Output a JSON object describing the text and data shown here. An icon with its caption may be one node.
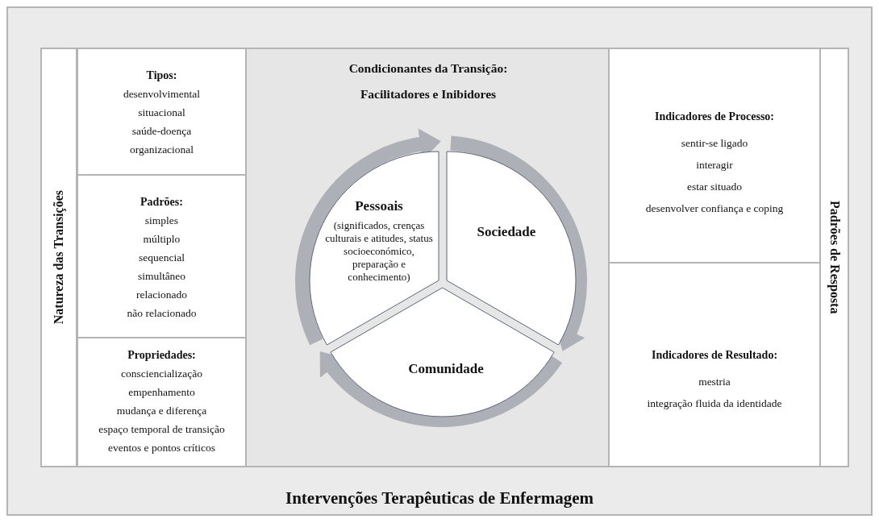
{
  "diagram": {
    "nodes": [
      {
        "text": [
          "Intervenções Terapêuticas de Enfermagem"
        ]
      },
      {
        "text": [
          "Natureza das Transições"
        ],
        "in": 0
      },
      {
        "text": [
          "Tipos:",
          "desenvolvimental",
          "situacional",
          "saúde-doença",
          "organizacional"
        ],
        "in": 0
      },
      {
        "text": [
          "Padrões:",
          "simples",
          "múltiplo",
          "sequencial",
          "simultâneo",
          "relacionado",
          "não relacionado"
        ],
        "in": 0
      },
      {
        "text": [
          "Propriedades:",
          "consciencialização",
          "empenhamento",
          "mudança  e diferença",
          "espaço temporal de transição",
          "eventos e pontos críticos"
        ],
        "in": 0
      },
      {
        "text": [
          "Condicionantes da Transição: Facilitadores e Inibidores"
        ],
        "in": 0
      },
      {
        "text": [
          "Pessoais",
          "(significados, crenças culturais e atitudes, status socioeconómico, preparação e conhecimento)"
        ],
        "in": 5
      },
      {
        "text": [
          "Sociedade"
        ],
        "in": 5
      },
      {
        "text": [
          "Comunidade"
        ],
        "in": 5
      },
      {
        "text": [
          "Indicadores de Processo:",
          "sentir-se ligado",
          "interagir",
          "estar situado",
          "desenvolver confiança e coping"
        ],
        "in": 0
      },
      {
        "text": [
          "Indicadores de Resultado:",
          "mestria",
          "integração fluida da identidade"
        ],
        "in": 0
      },
      {
        "text": [
          "Padrões de Resposta"
        ],
        "in": 0
      }
    ],
    "edges": [
      {
        "from": 6,
        "to": 7,
        "arrow": "to"
      },
      {
        "from": 7,
        "to": 8,
        "arrow": "to"
      },
      {
        "from": 8,
        "to": 6,
        "arrow": "to"
      }
    ]
  }
}
